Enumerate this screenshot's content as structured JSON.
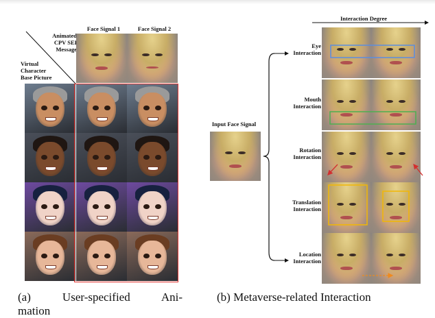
{
  "left_panel": {
    "col_header_1": "Face Signal 1",
    "col_header_2": "Face Signal 2",
    "corner_top": [
      "Animated",
      "CPV SEI",
      "Message"
    ],
    "corner_bottom": [
      "Virtual",
      "Character",
      "Base Picture"
    ]
  },
  "right_panel": {
    "axis_title": "Interaction Degree",
    "input_label": "Input Face Signal",
    "rows": [
      [
        "Eye",
        "Interaction"
      ],
      [
        "Mouth",
        "Interaction"
      ],
      [
        "Rotation",
        "Interaction"
      ],
      [
        "Translation",
        "Interaction"
      ],
      [
        "Location",
        "Interaction"
      ]
    ]
  },
  "captions": {
    "a": "(a) User-specified Ani-",
    "a_line2": "mation",
    "b": "(b) Metaverse-related Interaction"
  },
  "colors": {
    "red_frame": "#e53935",
    "eye_box": "#5b8de0",
    "mouth_box": "#4caf50",
    "translation_box": "#f2b705",
    "rotation_arrow": "#d32f2f",
    "location_arrow": "#ef8a1e"
  }
}
